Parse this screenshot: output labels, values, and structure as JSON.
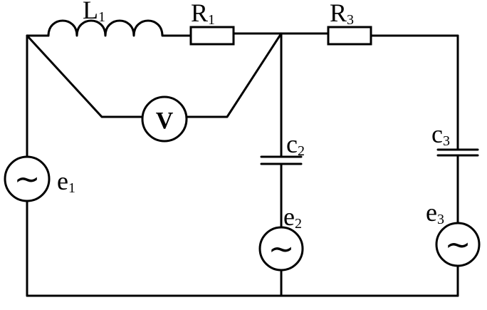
{
  "labels": {
    "L1": {
      "main": "L",
      "sub": "1"
    },
    "R1": {
      "main": "R",
      "sub": "1"
    },
    "R3": {
      "main": "R",
      "sub": "3"
    },
    "C2": {
      "main": "c",
      "sub": "2"
    },
    "C3": {
      "main": "c",
      "sub": "3"
    },
    "e1": {
      "main": "e",
      "sub": "1"
    },
    "e2": {
      "main": "e",
      "sub": "2"
    },
    "e3": {
      "main": "e",
      "sub": "3"
    },
    "meter": "V",
    "source_symbol": "~"
  }
}
